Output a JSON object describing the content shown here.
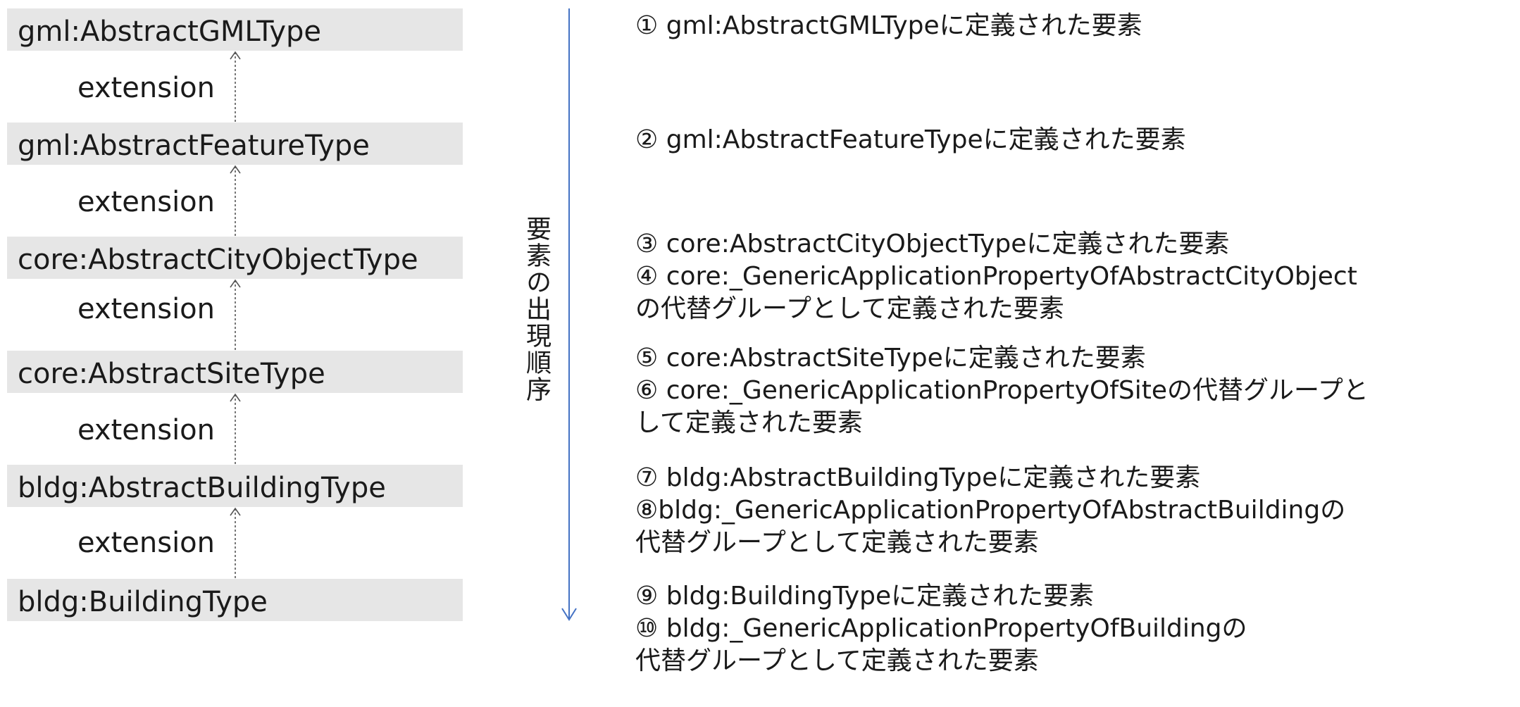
{
  "type_hierarchy": [
    {
      "name": "gml:AbstractGMLType"
    },
    {
      "name": "gml:AbstractFeatureType"
    },
    {
      "name": "core:AbstractCityObjectType"
    },
    {
      "name": "core:AbstractSiteType"
    },
    {
      "name": "bldg:AbstractBuildingType"
    },
    {
      "name": "bldg:BuildingType"
    }
  ],
  "relation_labels": [
    "extension",
    "extension",
    "extension",
    "extension",
    "extension"
  ],
  "order_label": "要素の出現順序",
  "notes": [
    {
      "lines": [
        "①  gml:AbstractGMLTypeに定義された要素"
      ]
    },
    {
      "lines": [
        "②  gml:AbstractFeatureTypeに定義された要素"
      ]
    },
    {
      "lines": [
        "③  core:AbstractCityObjectTypeに定義された要素",
        "④  core:_GenericApplicationPropertyOfAbstractCityObject",
        "の代替グループとして定義された要素"
      ]
    },
    {
      "lines": [
        "⑤  core:AbstractSiteTypeに定義された要素",
        "⑥  core:_GenericApplicationPropertyOfSiteの代替グループと",
        "して定義された要素"
      ]
    },
    {
      "lines": [
        "⑦  bldg:AbstractBuildingTypeに定義された要素",
        "⑧bldg:_GenericApplicationPropertyOfAbstractBuildingの",
        "代替グループとして定義された要素"
      ]
    },
    {
      "lines": [
        "⑨  bldg:BuildingTypeに定義された要素",
        "⑩  bldg:_GenericApplicationPropertyOfBuildingの",
        "代替グループとして定義された要素"
      ]
    }
  ]
}
